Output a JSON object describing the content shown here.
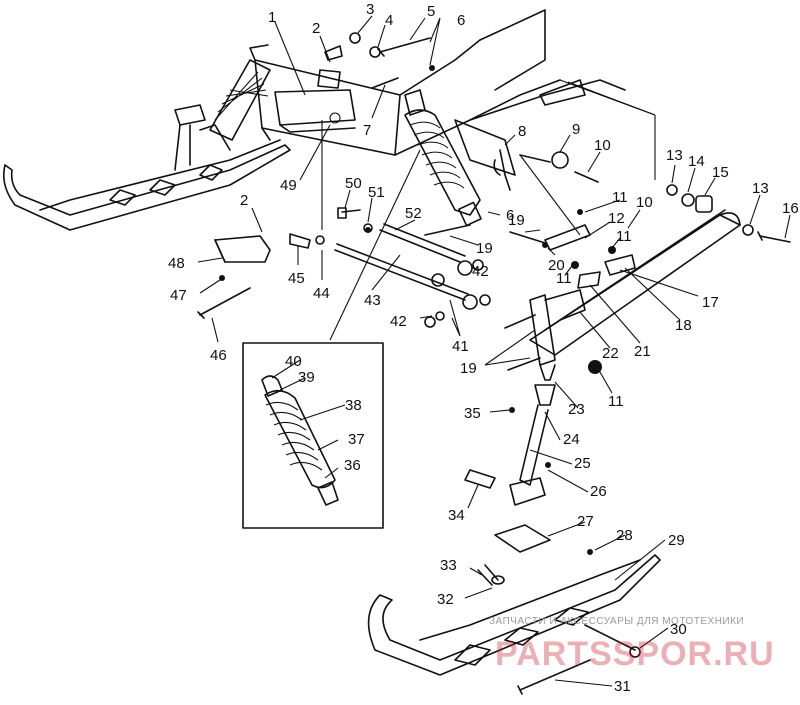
{
  "watermark": {
    "tagline": "ЗАПЧАСТИ И АКСЕССУАРЫ ДЛЯ МОТОТЕХНИКИ",
    "logo": "PARTSSPOR.RU"
  },
  "callouts": [
    {
      "id": "c1",
      "label": "1"
    },
    {
      "id": "c2a",
      "label": "2"
    },
    {
      "id": "c3",
      "label": "3"
    },
    {
      "id": "c4",
      "label": "4"
    },
    {
      "id": "c5",
      "label": "5"
    },
    {
      "id": "c6a",
      "label": "6"
    },
    {
      "id": "c7",
      "label": "7"
    },
    {
      "id": "c8",
      "label": "8"
    },
    {
      "id": "c9",
      "label": "9"
    },
    {
      "id": "c10a",
      "label": "10"
    },
    {
      "id": "c13a",
      "label": "13"
    },
    {
      "id": "c14",
      "label": "14"
    },
    {
      "id": "c15",
      "label": "15"
    },
    {
      "id": "c13b",
      "label": "13"
    },
    {
      "id": "c16",
      "label": "16"
    },
    {
      "id": "c10b",
      "label": "10"
    },
    {
      "id": "c11a",
      "label": "11"
    },
    {
      "id": "c12",
      "label": "12"
    },
    {
      "id": "c11b",
      "label": "11"
    },
    {
      "id": "c19a",
      "label": "19"
    },
    {
      "id": "c20",
      "label": "20"
    },
    {
      "id": "c11c",
      "label": "11"
    },
    {
      "id": "c6b",
      "label": "6"
    },
    {
      "id": "c19b",
      "label": "19"
    },
    {
      "id": "c52",
      "label": "52"
    },
    {
      "id": "c50",
      "label": "50"
    },
    {
      "id": "c51",
      "label": "51"
    },
    {
      "id": "c49",
      "label": "49"
    },
    {
      "id": "c2b",
      "label": "2"
    },
    {
      "id": "c48",
      "label": "48"
    },
    {
      "id": "c47",
      "label": "47"
    },
    {
      "id": "c45",
      "label": "45"
    },
    {
      "id": "c44",
      "label": "44"
    },
    {
      "id": "c46",
      "label": "46"
    },
    {
      "id": "c43",
      "label": "43"
    },
    {
      "id": "c42a",
      "label": "42"
    },
    {
      "id": "c42b",
      "label": "42"
    },
    {
      "id": "c41",
      "label": "41"
    },
    {
      "id": "c17",
      "label": "17"
    },
    {
      "id": "c18",
      "label": "18"
    },
    {
      "id": "c21",
      "label": "21"
    },
    {
      "id": "c22",
      "label": "22"
    },
    {
      "id": "c19c",
      "label": "19"
    },
    {
      "id": "c23",
      "label": "23"
    },
    {
      "id": "c11d",
      "label": "11"
    },
    {
      "id": "c40",
      "label": "40"
    },
    {
      "id": "c39",
      "label": "39"
    },
    {
      "id": "c38",
      "label": "38"
    },
    {
      "id": "c37",
      "label": "37"
    },
    {
      "id": "c36",
      "label": "36"
    },
    {
      "id": "c35",
      "label": "35"
    },
    {
      "id": "c24",
      "label": "24"
    },
    {
      "id": "c25",
      "label": "25"
    },
    {
      "id": "c26",
      "label": "26"
    },
    {
      "id": "c34",
      "label": "34"
    },
    {
      "id": "c27",
      "label": "27"
    },
    {
      "id": "c28",
      "label": "28"
    },
    {
      "id": "c29",
      "label": "29"
    },
    {
      "id": "c33",
      "label": "33"
    },
    {
      "id": "c32",
      "label": "32"
    },
    {
      "id": "c30",
      "label": "30"
    },
    {
      "id": "c31",
      "label": "31"
    }
  ]
}
